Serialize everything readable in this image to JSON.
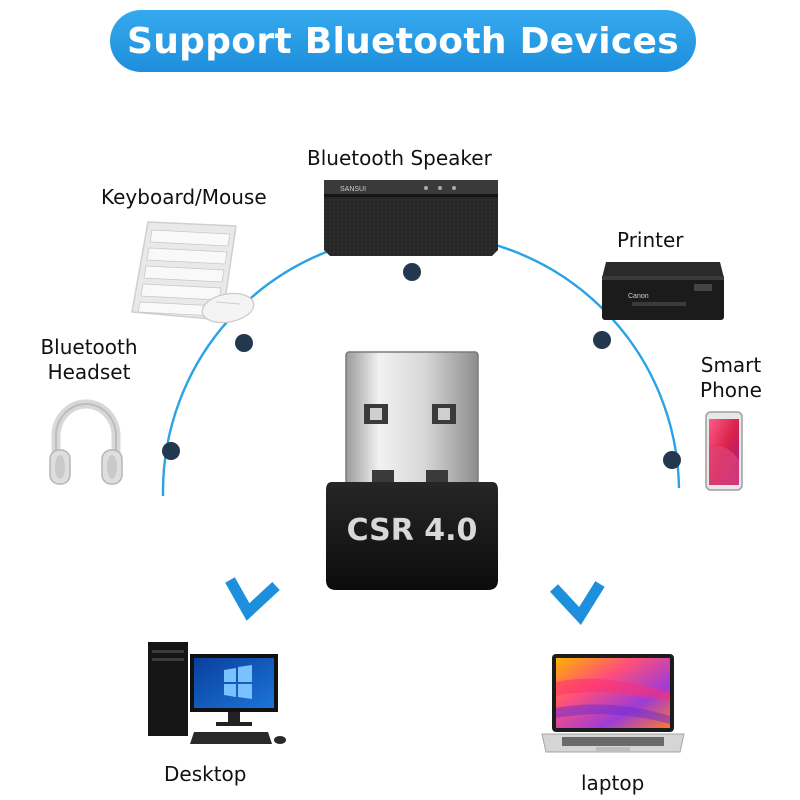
{
  "banner": {
    "title": "Support Bluetooth Devices"
  },
  "devices": {
    "speaker": {
      "label": "Bluetooth Speaker",
      "brand": "SANSUI"
    },
    "keyboard": {
      "label": "Keyboard/Mouse"
    },
    "printer": {
      "label": "Printer",
      "brand": "Canon"
    },
    "headset": {
      "label_line1": "Bluetooth",
      "label_line2": "Headset"
    },
    "phone": {
      "label_line1": "Smart",
      "label_line2": "Phone"
    },
    "desktop": {
      "label": "Desktop"
    },
    "laptop": {
      "label": "laptop"
    }
  },
  "dongle": {
    "label": "CSR 4.0"
  },
  "colors": {
    "accent": "#1e8fdc",
    "arc": "#2aa3e6",
    "dot": "#22384f",
    "dongle_body": "#111111"
  }
}
